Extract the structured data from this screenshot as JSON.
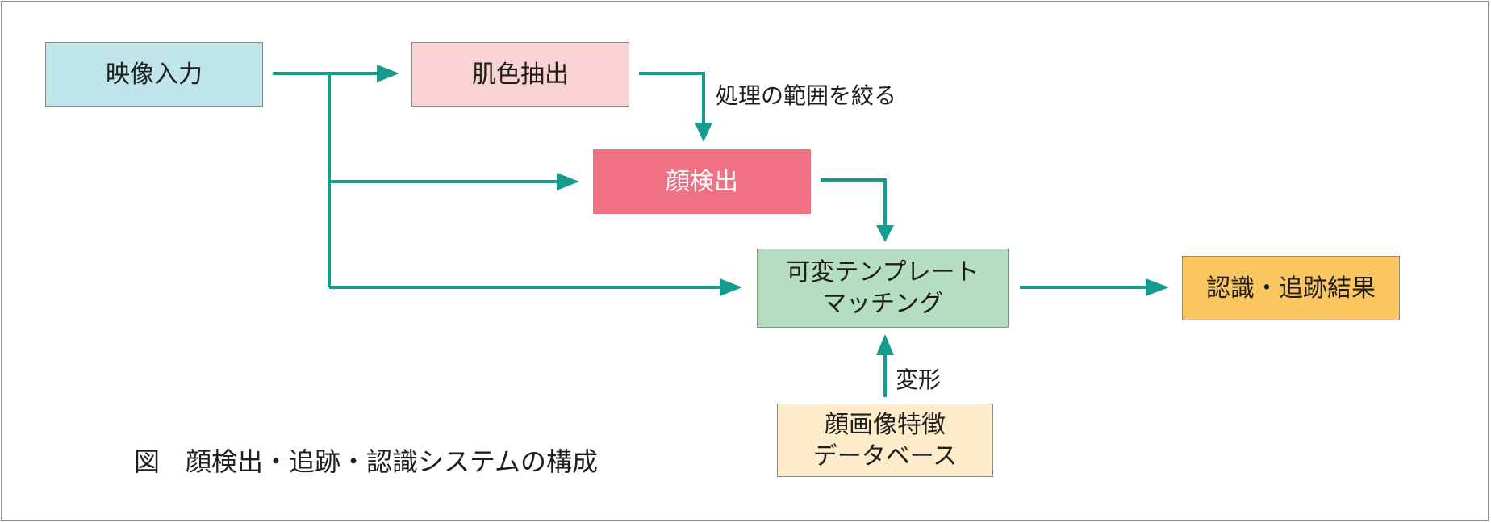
{
  "colors": {
    "arrow": "#159C8E",
    "video_input": "#BFE4EA",
    "skin_extraction": "#F9D2D3",
    "face_detection": "#F27083",
    "template_matching": "#B5DEC1",
    "result": "#FBC660",
    "database": "#FDEBC9",
    "border": "#8A8A8A"
  },
  "boxes": {
    "video_input": "映像入力",
    "skin_extraction": "肌色抽出",
    "face_detection": "顔検出",
    "template_matching": [
      "可変テンプレート",
      "マッチング"
    ],
    "result": "認識・追跡結果",
    "database": [
      "顔画像特徴",
      "データベース"
    ]
  },
  "labels": {
    "narrow_range": "処理の範囲を絞る",
    "deformation": "変形"
  },
  "caption": "図　顔検出・追跡・認識システムの構成"
}
